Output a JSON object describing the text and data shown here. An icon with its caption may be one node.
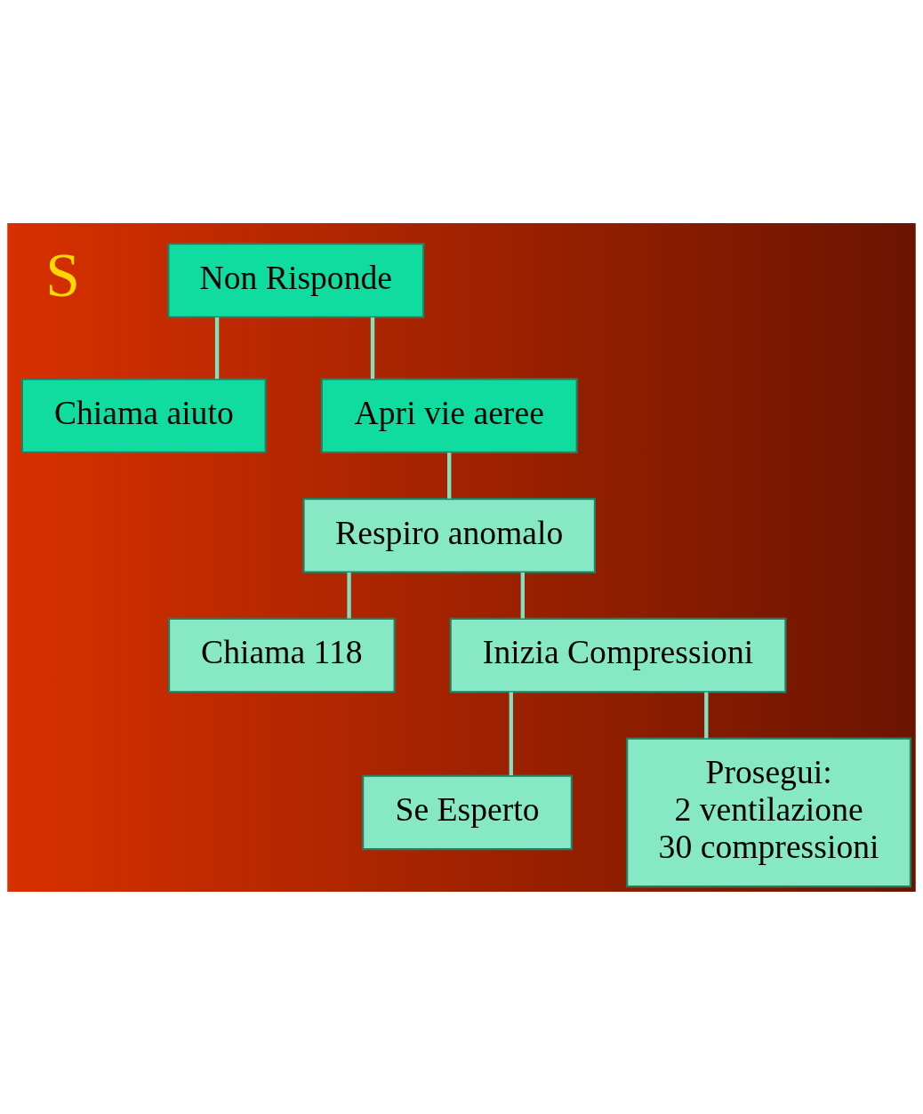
{
  "diagram": {
    "nodes": [
      {
        "text": [
          "Non Risponde"
        ]
      },
      {
        "text": [
          "Chiama aiuto"
        ]
      },
      {
        "text": [
          "Apri vie aeree"
        ]
      },
      {
        "text": [
          "Respiro anomalo"
        ]
      },
      {
        "text": [
          "Chiama 118"
        ]
      },
      {
        "text": [
          "Inizia Compressioni"
        ]
      },
      {
        "text": [
          "Se Esperto"
        ]
      },
      {
        "text": [
          "Prosegui:",
          "2 ventilazione",
          "30 compressioni"
        ]
      }
    ],
    "edges": [
      {
        "from": 0,
        "to": 1,
        "arrow": "none"
      },
      {
        "from": 0,
        "to": 2,
        "arrow": "none"
      },
      {
        "from": 2,
        "to": 3,
        "arrow": "none"
      },
      {
        "from": 3,
        "to": 4,
        "arrow": "none"
      },
      {
        "from": 3,
        "to": 5,
        "arrow": "none"
      },
      {
        "from": 5,
        "to": 6,
        "arrow": "none"
      },
      {
        "from": 5,
        "to": 7,
        "arrow": "none"
      }
    ],
    "labels": [
      "S"
    ]
  }
}
